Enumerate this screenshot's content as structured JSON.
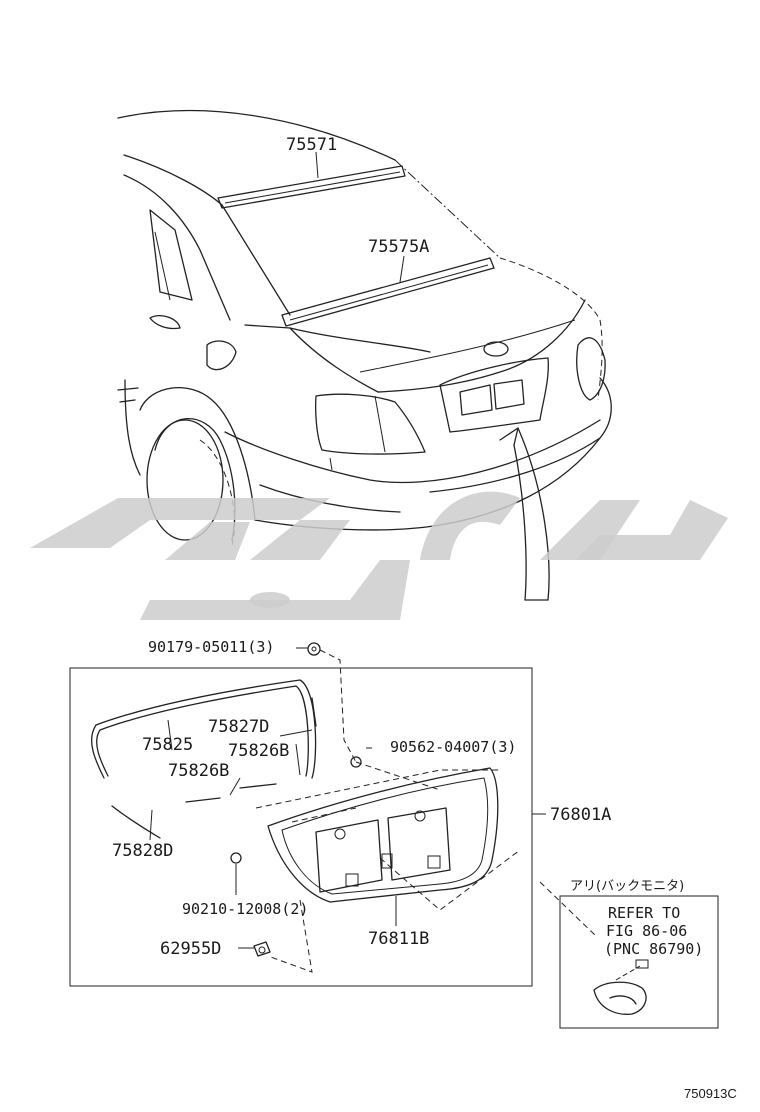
{
  "diagram": {
    "watermark_text": "تویوتا",
    "figure_code": "750913C",
    "parts": {
      "p75571": "75571",
      "p75575A": "75575A",
      "p90179": "90179-05011(3)",
      "p90562": "90562-04007(3)",
      "p76801A": "76801A",
      "p75827D": "75827D",
      "p75825": "75825",
      "p75826B_upper": "75826B",
      "p75826B_lower": "75826B",
      "p75828D": "75828D",
      "p90210": "90210-12008(2)",
      "p76811B": "76811B",
      "p62955D": "62955D"
    },
    "note": {
      "jp_label": "アリ(バックモニタ)",
      "line1": "REFER TO",
      "line2": "FIG 86-06",
      "line3": "(PNC 86790)"
    }
  }
}
